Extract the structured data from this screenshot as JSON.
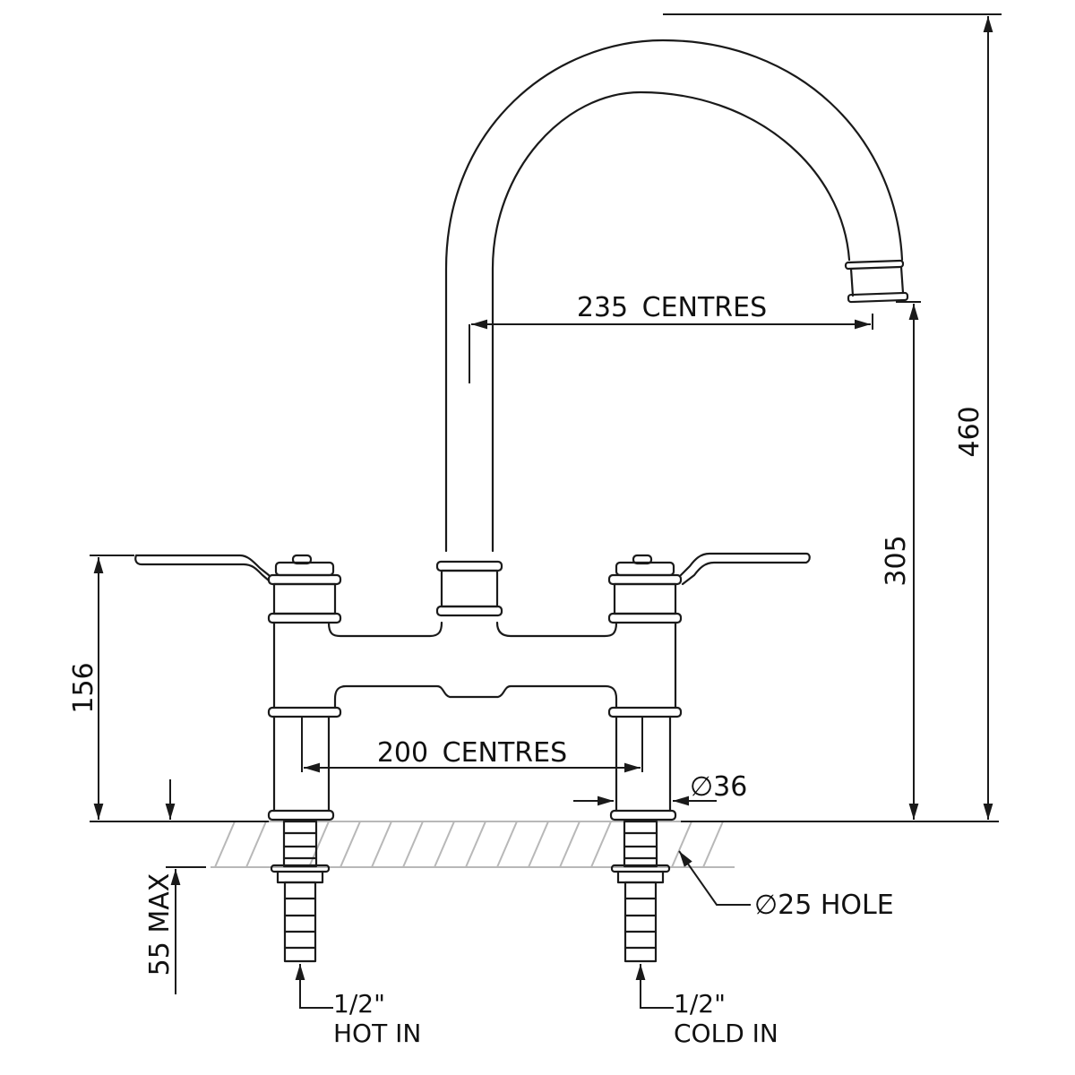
{
  "drawing": {
    "subject": "Two-hole deck-mounted bridge mixer tap with swan-neck spout",
    "units": "mm",
    "dimensions": {
      "spout_projection": {
        "value": "235",
        "suffix": "CENTRES"
      },
      "inlet_centres": {
        "value": "200",
        "suffix": "CENTRES"
      },
      "overall_height": {
        "value": "460"
      },
      "spout_outlet_height": {
        "value": "305"
      },
      "handle_height": {
        "value": "156"
      },
      "leg_diameter": {
        "value": "∅36"
      },
      "deck_thickness": {
        "value": "55 MAX"
      },
      "hole_size": {
        "value": "∅25 HOLE"
      }
    },
    "inlets": {
      "hot": {
        "size": "1/2\"",
        "label": "HOT IN"
      },
      "cold": {
        "size": "1/2\"",
        "label": "COLD IN"
      }
    },
    "colors": {
      "line": "#1a1a1a",
      "hatch": "#b8b8b8",
      "background": "#ffffff"
    }
  }
}
